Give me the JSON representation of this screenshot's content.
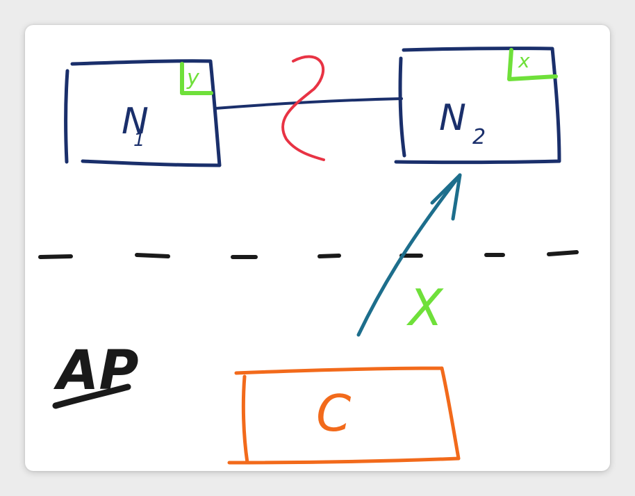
{
  "colors": {
    "node_stroke": "#1a2f6b",
    "lock_mark": "#6fe03a",
    "partition": "#e83344",
    "request_arrow": "#1d6e8c",
    "client": "#f26a1b",
    "ink_black": "#1a1a1a"
  },
  "nodes": [
    {
      "label": "N",
      "subscript": "1",
      "lock_label": "y"
    },
    {
      "label": "N",
      "subscript": "2",
      "lock_label": "x"
    }
  ],
  "client": {
    "label": "C"
  },
  "request": {
    "label": "X"
  },
  "tradeoff": {
    "label": "AP"
  }
}
